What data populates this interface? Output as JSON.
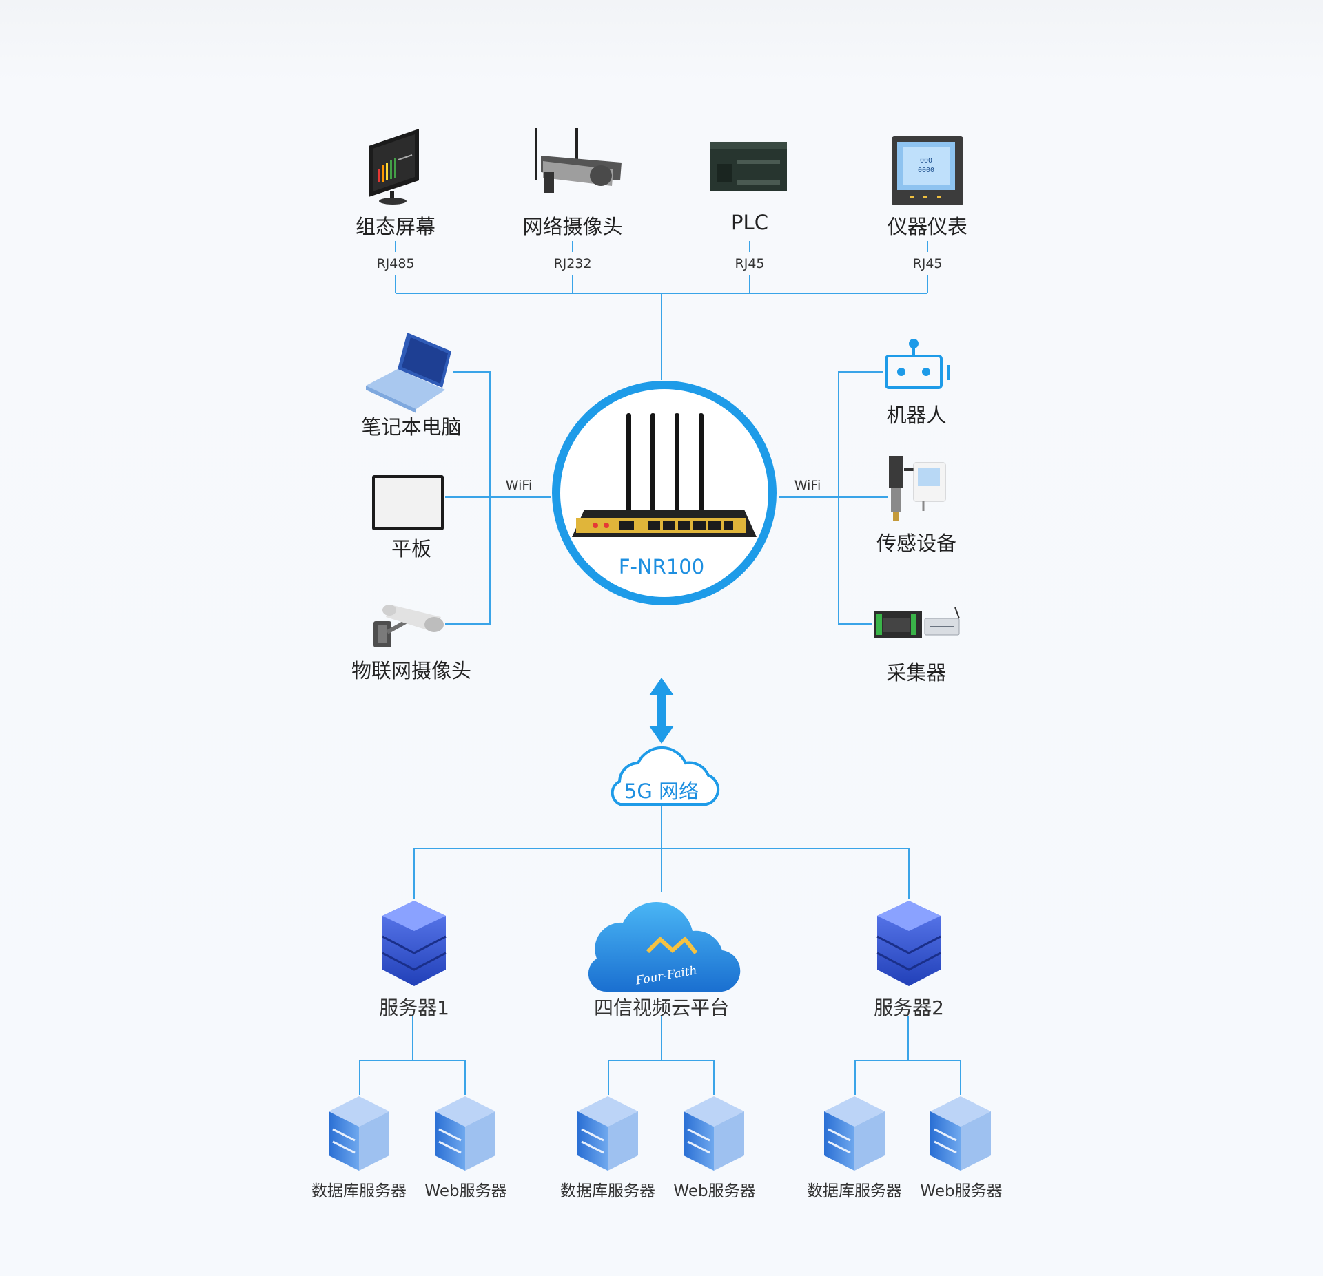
{
  "top_devices": [
    {
      "label": "组态屏幕",
      "port": "RJ485",
      "icon": "monitor-icon"
    },
    {
      "label": "网络摄像头",
      "port": "RJ232",
      "icon": "bullet-camera-icon"
    },
    {
      "label": "PLC",
      "port": "RJ45",
      "icon": "plc-icon"
    },
    {
      "label": "仪器仪表",
      "port": "RJ45",
      "icon": "meter-icon"
    }
  ],
  "left_devices": [
    {
      "label": "笔记本电脑",
      "icon": "laptop-icon"
    },
    {
      "label": "平板",
      "icon": "tablet-icon"
    },
    {
      "label": "物联网摄像头",
      "icon": "iot-camera-icon"
    }
  ],
  "right_devices": [
    {
      "label": "机器人",
      "icon": "robot-icon"
    },
    {
      "label": "传感设备",
      "icon": "sensor-icon"
    },
    {
      "label": "采集器",
      "icon": "collector-icon"
    }
  ],
  "wifi": {
    "left": "WiFi",
    "right": "WiFi"
  },
  "router": {
    "name": "F-NR100",
    "icon": "router-icon"
  },
  "network": {
    "label": "5G 网络",
    "icon": "cloud-outline-icon"
  },
  "servers": [
    {
      "label": "服务器1",
      "icon": "server-stack-icon"
    },
    {
      "label": "四信视频云平台",
      "icon": "cloud-platform-icon",
      "brand": "Four-Faith"
    },
    {
      "label": "服务器2",
      "icon": "server-stack-icon"
    }
  ],
  "sub_servers": [
    {
      "label": "数据库服务器"
    },
    {
      "label": "Web服务器"
    },
    {
      "label": "数据库服务器"
    },
    {
      "label": "Web服务器"
    },
    {
      "label": "数据库服务器"
    },
    {
      "label": "Web服务器"
    }
  ],
  "colors": {
    "accent": "#1e9be8",
    "line": "#3aa4e8",
    "server_blue": "#2f5fd6"
  }
}
